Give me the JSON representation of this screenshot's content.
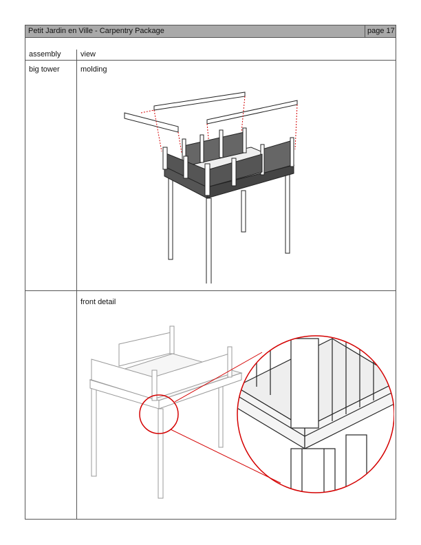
{
  "header": {
    "title": "Petit Jardin en Ville - Carpentry Package",
    "page": "page 17"
  },
  "columns": {
    "assembly": "assembly",
    "view": "view"
  },
  "rows": [
    {
      "assembly": "big tower",
      "view": "molding"
    },
    {
      "assembly": "",
      "view": "front detail"
    }
  ],
  "colors": {
    "header_bg": "#a9a9a9",
    "callout": "#d40000",
    "line": "#222222"
  }
}
